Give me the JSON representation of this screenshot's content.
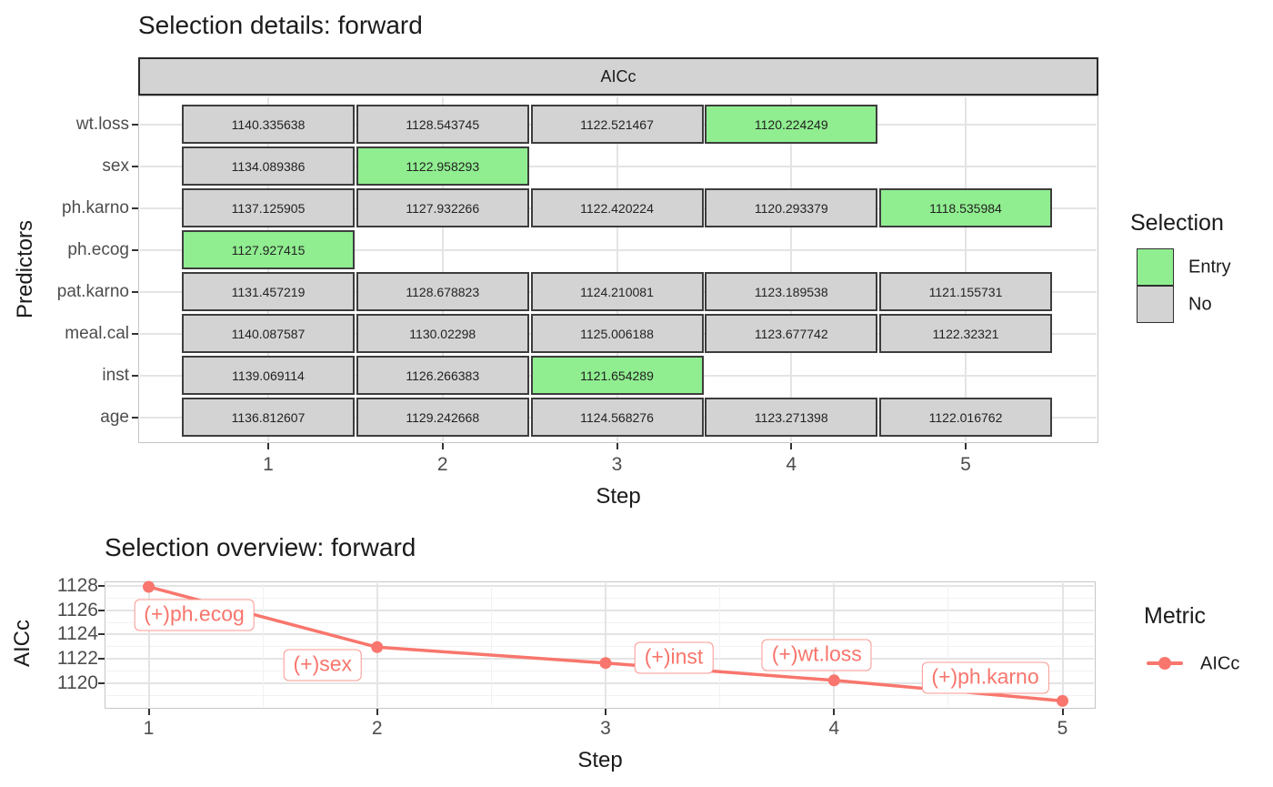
{
  "chart_data": [
    {
      "type": "heatmap",
      "title": "Selection details: forward",
      "facet_label": "AICc",
      "xlabel": "Step",
      "ylabel": "Predictors",
      "x_ticks": [
        "1",
        "2",
        "3",
        "4",
        "5"
      ],
      "legend": {
        "title": "Selection",
        "entries": [
          {
            "label": "Entry",
            "color": "#90EE90"
          },
          {
            "label": "No",
            "color": "#D3D3D3"
          }
        ]
      },
      "rows": [
        {
          "predictor": "wt.loss",
          "cells": [
            {
              "step": 1,
              "value": "1140.335638",
              "selection": "No"
            },
            {
              "step": 2,
              "value": "1128.543745",
              "selection": "No"
            },
            {
              "step": 3,
              "value": "1122.521467",
              "selection": "No"
            },
            {
              "step": 4,
              "value": "1120.224249",
              "selection": "Entry"
            }
          ]
        },
        {
          "predictor": "sex",
          "cells": [
            {
              "step": 1,
              "value": "1134.089386",
              "selection": "No"
            },
            {
              "step": 2,
              "value": "1122.958293",
              "selection": "Entry"
            }
          ]
        },
        {
          "predictor": "ph.karno",
          "cells": [
            {
              "step": 1,
              "value": "1137.125905",
              "selection": "No"
            },
            {
              "step": 2,
              "value": "1127.932266",
              "selection": "No"
            },
            {
              "step": 3,
              "value": "1122.420224",
              "selection": "No"
            },
            {
              "step": 4,
              "value": "1120.293379",
              "selection": "No"
            },
            {
              "step": 5,
              "value": "1118.535984",
              "selection": "Entry"
            }
          ]
        },
        {
          "predictor": "ph.ecog",
          "cells": [
            {
              "step": 1,
              "value": "1127.927415",
              "selection": "Entry"
            }
          ]
        },
        {
          "predictor": "pat.karno",
          "cells": [
            {
              "step": 1,
              "value": "1131.457219",
              "selection": "No"
            },
            {
              "step": 2,
              "value": "1128.678823",
              "selection": "No"
            },
            {
              "step": 3,
              "value": "1124.210081",
              "selection": "No"
            },
            {
              "step": 4,
              "value": "1123.189538",
              "selection": "No"
            },
            {
              "step": 5,
              "value": "1121.155731",
              "selection": "No"
            }
          ]
        },
        {
          "predictor": "meal.cal",
          "cells": [
            {
              "step": 1,
              "value": "1140.087587",
              "selection": "No"
            },
            {
              "step": 2,
              "value": "1130.02298",
              "selection": "No"
            },
            {
              "step": 3,
              "value": "1125.006188",
              "selection": "No"
            },
            {
              "step": 4,
              "value": "1123.677742",
              "selection": "No"
            },
            {
              "step": 5,
              "value": "1122.32321",
              "selection": "No"
            }
          ]
        },
        {
          "predictor": "inst",
          "cells": [
            {
              "step": 1,
              "value": "1139.069114",
              "selection": "No"
            },
            {
              "step": 2,
              "value": "1126.266383",
              "selection": "No"
            },
            {
              "step": 3,
              "value": "1121.654289",
              "selection": "Entry"
            }
          ]
        },
        {
          "predictor": "age",
          "cells": [
            {
              "step": 1,
              "value": "1136.812607",
              "selection": "No"
            },
            {
              "step": 2,
              "value": "1129.242668",
              "selection": "No"
            },
            {
              "step": 3,
              "value": "1124.568276",
              "selection": "No"
            },
            {
              "step": 4,
              "value": "1123.271398",
              "selection": "No"
            },
            {
              "step": 5,
              "value": "1122.016762",
              "selection": "No"
            }
          ]
        }
      ]
    },
    {
      "type": "line",
      "title": "Selection overview: forward",
      "xlabel": "Step",
      "ylabel": "AICc",
      "x": [
        1,
        2,
        3,
        4,
        5
      ],
      "series": [
        {
          "name": "AICc",
          "color": "#F8766D",
          "values": [
            1127.927415,
            1122.958293,
            1121.654289,
            1120.224249,
            1118.535984
          ]
        }
      ],
      "point_labels": [
        "(+)ph.ecog",
        "(+)sex",
        "(+)inst",
        "(+)wt.loss",
        "(+)ph.karno"
      ],
      "yticks": [
        1128,
        1126,
        1124,
        1122,
        1120
      ],
      "xticks": [
        "1",
        "2",
        "3",
        "4",
        "5"
      ],
      "ylim": [
        1117.9,
        1128.4
      ],
      "grid": "major+minor",
      "legend": {
        "title": "Metric",
        "entries": [
          {
            "label": "AICc",
            "color": "#F8766D"
          }
        ]
      }
    }
  ],
  "colors": {
    "entry_green": "#90EE90",
    "no_gray": "#D3D3D3",
    "metric_salmon": "#F8766D"
  }
}
